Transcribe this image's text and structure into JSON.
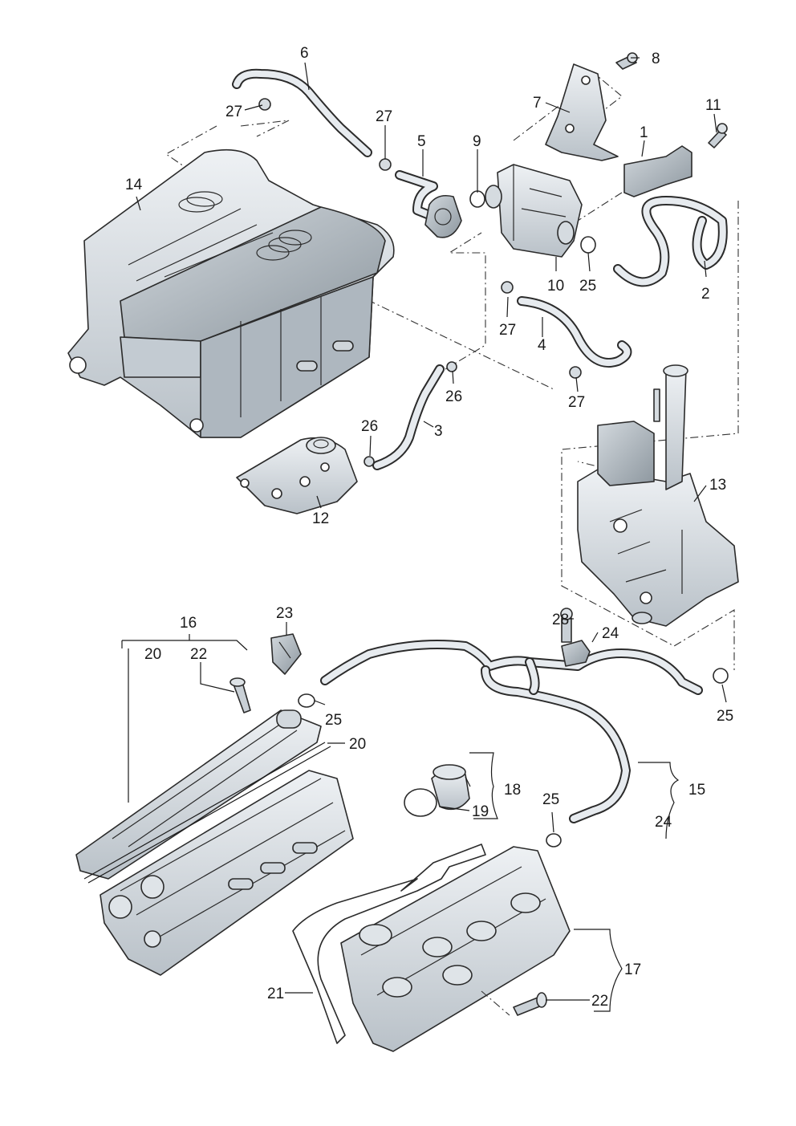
{
  "diagram": {
    "labels": {
      "p1": "1",
      "p2": "2",
      "p3": "3",
      "p4": "4",
      "p5": "5",
      "p6": "6",
      "p7": "7",
      "p8": "8",
      "p9": "9",
      "p10": "10",
      "p11": "11",
      "p12": "12",
      "p13": "13",
      "p14": "14",
      "p15": "15",
      "p16": "16",
      "p17": "17",
      "p18": "18",
      "p19": "19",
      "p20a": "20",
      "p20b": "20",
      "p21": "21",
      "p22a": "22",
      "p22b": "22",
      "p23": "23",
      "p24a": "24",
      "p24b": "24",
      "p25a": "25",
      "p25b": "25",
      "p25c": "25",
      "p25d": "25",
      "p26a": "26",
      "p26b": "26",
      "p27a": "27",
      "p27b": "27",
      "p27c": "27",
      "p27d": "27",
      "p28": "28"
    }
  }
}
